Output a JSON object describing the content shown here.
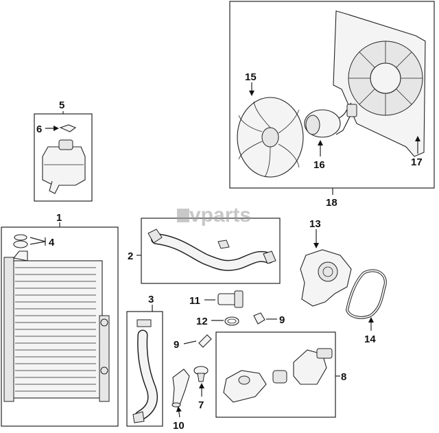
{
  "watermark": {
    "text": "vparts"
  },
  "callouts": {
    "c1": "1",
    "c2": "2",
    "c3": "3",
    "c4": "4",
    "c5": "5",
    "c6": "6",
    "c7": "7",
    "c8": "8",
    "c9a": "9",
    "c9b": "9",
    "c10": "10",
    "c11": "11",
    "c12": "12",
    "c13": "13",
    "c14": "14",
    "c15": "15",
    "c16": "16",
    "c17": "17",
    "c18": "18"
  }
}
